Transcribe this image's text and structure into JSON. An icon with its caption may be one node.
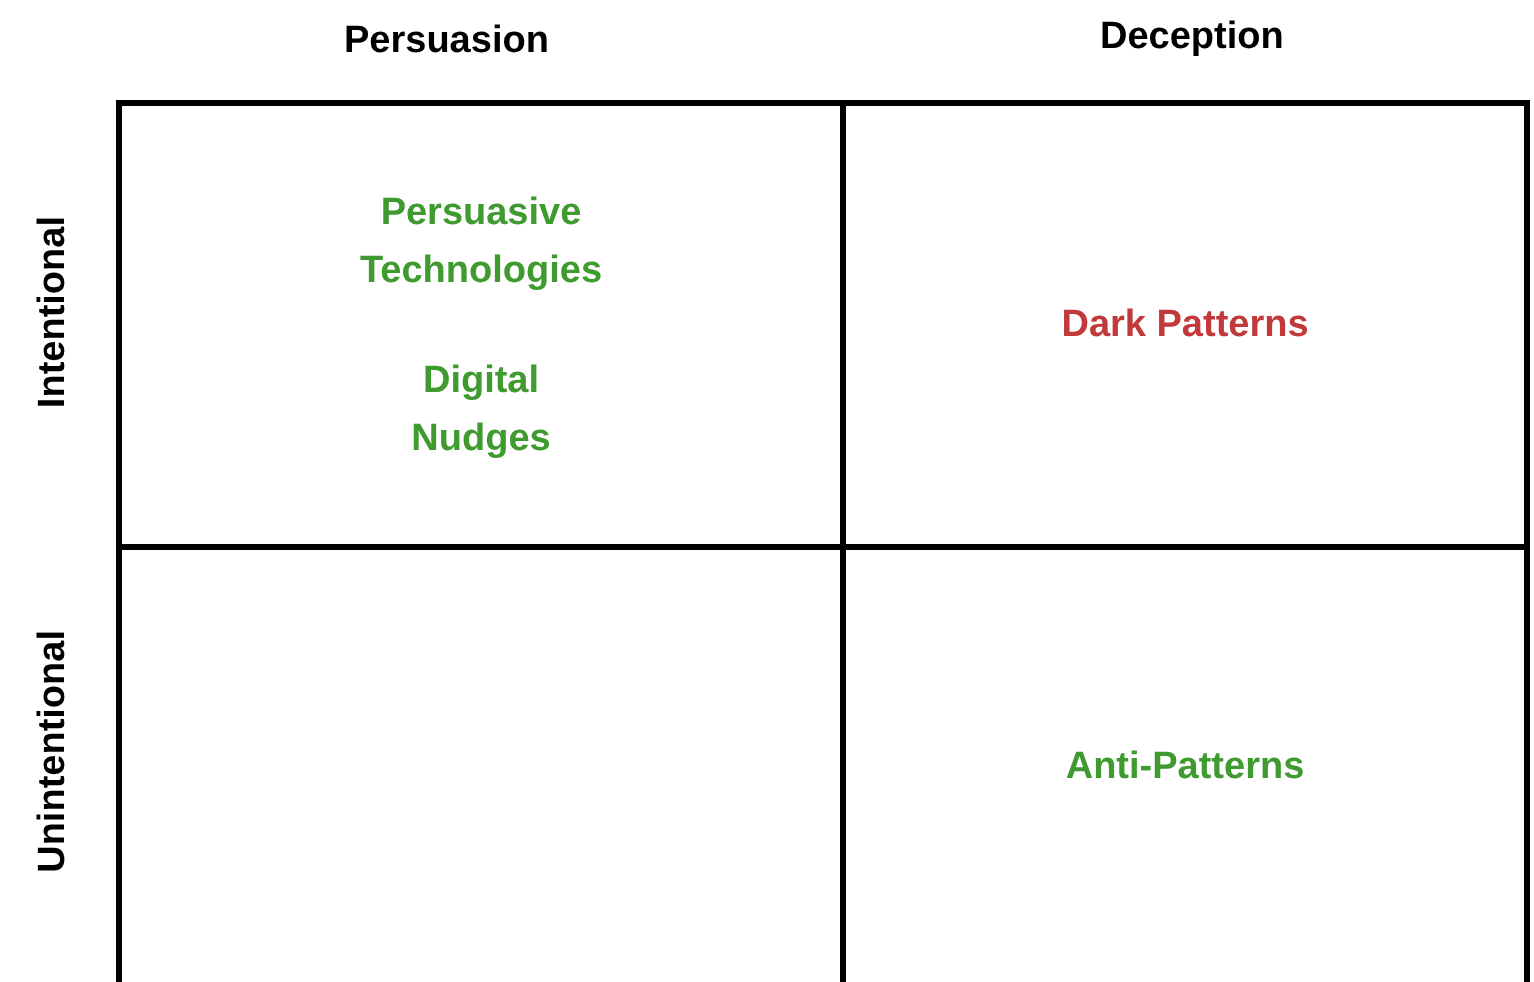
{
  "diagram": {
    "nodes": [
      {
        "text": [
          "Persuasive Technologies",
          "Digital Nudges"
        ]
      },
      {
        "text": [
          "Dark Patterns"
        ]
      },
      {
        "text": [],
        "shape": "box"
      },
      {
        "text": [
          "Anti-Patterns"
        ]
      }
    ],
    "labels": [
      "Persuasion",
      "Deception",
      "Intentional",
      "Unintentional"
    ]
  }
}
